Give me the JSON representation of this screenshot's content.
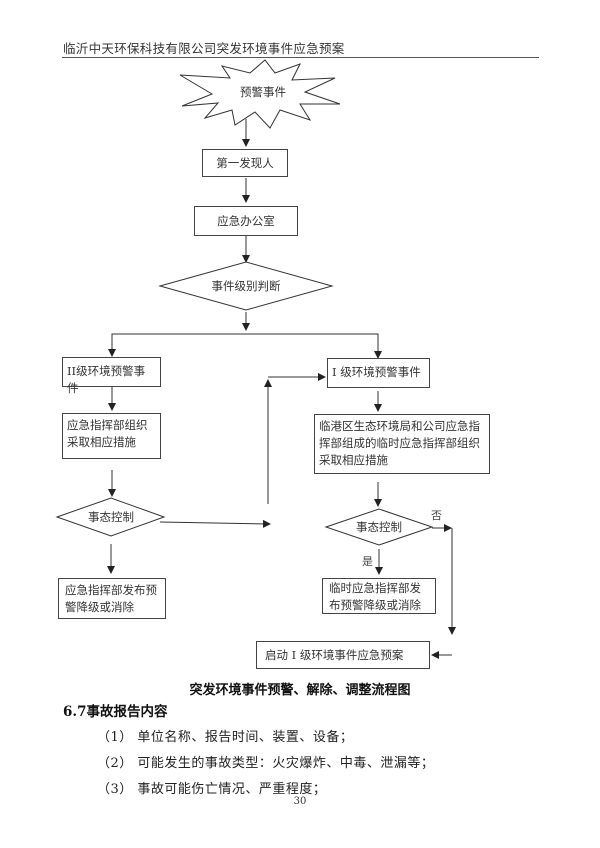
{
  "header": {
    "title": "临沂中天环保科技有限公司突发环境事件应急预案"
  },
  "flowchart": {
    "start": "预警事件",
    "first_finder": "第一发现人",
    "emergency_office": "应急办公室",
    "level_judgment": "事件级别判断",
    "level2": {
      "event": "II级环境预警事件",
      "measures": "应急指挥部组织采取相应措施",
      "control": "事态控制",
      "result": "应急指挥部发布预警降级或消除"
    },
    "level1": {
      "event": "I 级环境预警事件",
      "measures": "临港区生态环境局和公司应急指挥部组成的临时应急指挥部组织采取相应措施",
      "control": "事态控制",
      "yes_label": "是",
      "no_label": "否",
      "result": "临时应急指挥部发布预警降级或消除",
      "escalate": "启动 I 级环境事件应急预案"
    }
  },
  "caption": "突发环境事件预警、解除、调整流程图",
  "section": {
    "title": "6.7事故报告内容",
    "items": [
      "（1） 单位名称、报告时间、装置、设备；",
      "（2） 可能发生的事故类型：火灾爆炸、中毒、泄漏等；",
      "（3） 事故可能伤亡情况、严重程度；"
    ]
  },
  "page_number": "30"
}
